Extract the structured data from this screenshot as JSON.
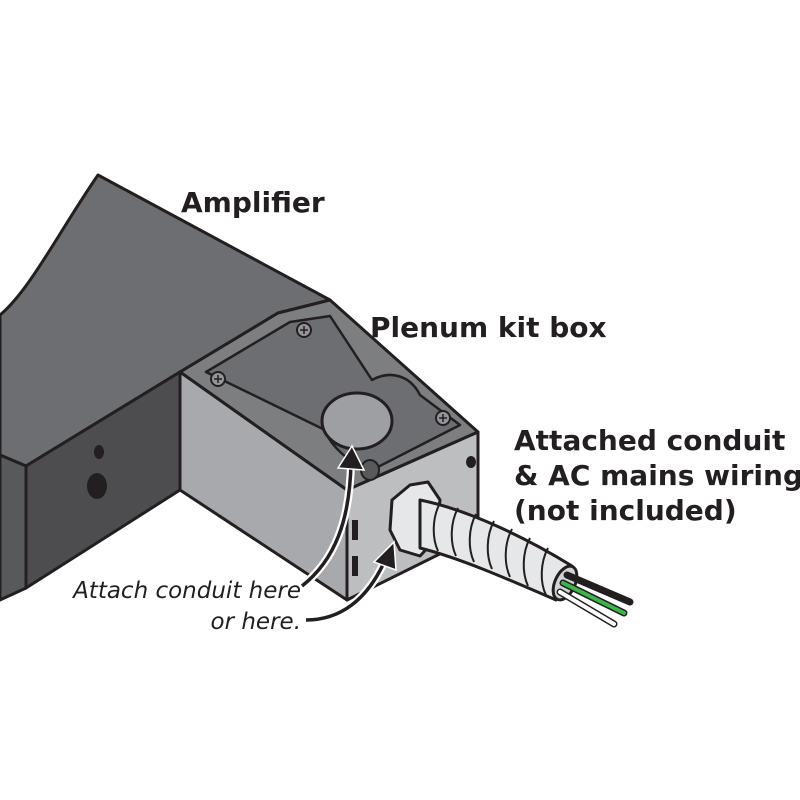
{
  "labels": {
    "amplifier": "Amplifier",
    "plenum_kit_box": "Plenum kit box",
    "conduit_line1": "Attached conduit",
    "conduit_line2": "& AC mains wiring",
    "conduit_line3": "(not included)",
    "attach_line1": "Attach conduit here",
    "attach_line2": "or here."
  },
  "colors": {
    "outline": "#231f20",
    "amp_top": "#6d6e71",
    "amp_front": "#4d4d4f",
    "box_side": "#9d9fa2",
    "box_top": "#7c7e80",
    "box_front": "#a7a9ac",
    "conduit": "#e6e7e8",
    "wire_green": "#3cb54a",
    "wire_black": "#231f20",
    "wire_white": "#ffffff"
  }
}
